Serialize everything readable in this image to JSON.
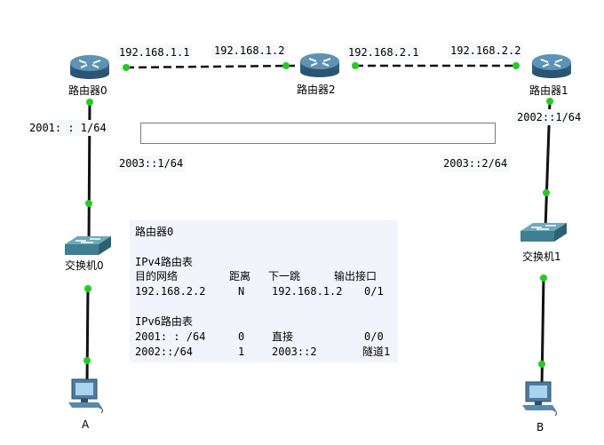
{
  "devices": {
    "router0": "路由器0",
    "router2": "路由器2",
    "router1": "路由器1",
    "switch0": "交换机0",
    "switch1": "交换机1",
    "pcA": "A",
    "pcB": "B"
  },
  "addresses": {
    "r0_ipv4": "192.168.1.1",
    "r2_left_ipv4": "192.168.1.2",
    "r2_right_ipv4": "192.168.2.1",
    "r1_ipv4": "192.168.2.2",
    "r0_ipv6": "2001: : 1/64",
    "r1_ipv6": "2002::1/64",
    "tunnel_left": "2003::1/64",
    "tunnel_right": "2003::2/64"
  },
  "note": {
    "title": "路由器0",
    "ipv4_title": "IPv4路由表",
    "headers": [
      "目的网络",
      "距离",
      "下一跳",
      "输出接口"
    ],
    "ipv4_rows": [
      [
        "192.168.2.2",
        "N",
        "192.168.1.2",
        "0/1"
      ]
    ],
    "ipv6_title": "IPv6路由表",
    "ipv6_rows": [
      [
        "2001: : /64",
        "0",
        "直接",
        "0/0"
      ],
      [
        "2002::/64",
        "1",
        "2003::2",
        "隧道1"
      ]
    ]
  },
  "colors": {
    "link": "#111111",
    "port": "#22cc22",
    "router": "#3a6f90",
    "switch": "#3f7f93",
    "pc": "#4d7a9e"
  }
}
